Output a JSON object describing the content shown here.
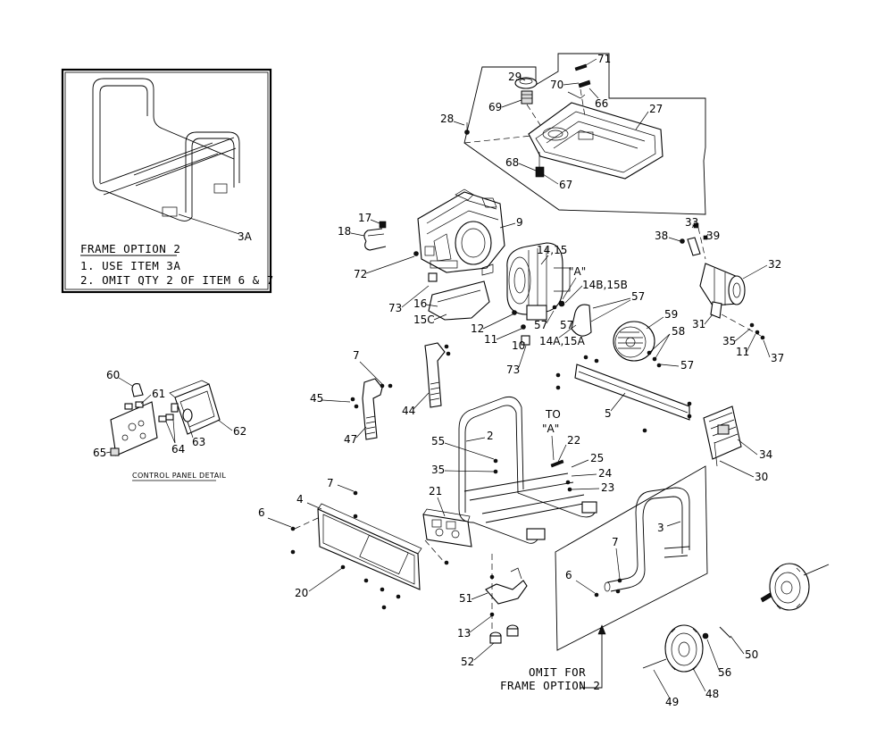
{
  "frame_option_box": {
    "callout": "3A",
    "title": "FRAME OPTION 2",
    "line1": "1. USE ITEM 3A",
    "line2": "2. OMIT QTY 2 OF ITEM 6 & 7"
  },
  "control_panel_caption": "CONTROL PANEL DETAIL",
  "omit_note": {
    "line1": "OMIT FOR",
    "line2": "FRAME OPTION 2"
  },
  "to_a_note": {
    "line1": "TO",
    "line2": "\"A\""
  },
  "a_marker": "\"A\"",
  "callouts": {
    "c29": "29",
    "c71": "71",
    "c70": "70",
    "c66": "66",
    "c27": "27",
    "c69": "69",
    "c28": "28",
    "c68": "68",
    "c67": "67",
    "c17": "17",
    "c9": "9",
    "c18": "18",
    "c72": "72",
    "c73a": "73",
    "c16": "16",
    "c15c": "15C",
    "c12": "12",
    "c11a": "11",
    "c10": "10",
    "c73b": "73",
    "c57a": "57",
    "c1415": "14,15",
    "c14b15b": "14B,15B",
    "c57b": "57",
    "c14a15a": "14A,15A",
    "c57c": "57",
    "c59": "59",
    "c58": "58",
    "c57d": "57",
    "c38": "38",
    "c33": "33",
    "c39": "39",
    "c32": "32",
    "c31": "31",
    "c35a": "35",
    "c11b": "11",
    "c37": "37",
    "c60": "60",
    "c61": "61",
    "c62": "62",
    "c63": "63",
    "c64": "64",
    "c65": "65",
    "c7a": "7",
    "c45": "45",
    "c44": "44",
    "c47": "47",
    "c5": "5",
    "c34": "34",
    "c30": "30",
    "c55": "55",
    "c2": "2",
    "c22": "22",
    "c25": "25",
    "c24": "24",
    "c23": "23",
    "c35b": "35",
    "c7b": "7",
    "c21": "21",
    "c6a": "6",
    "c4": "4",
    "c20": "20",
    "c3": "3",
    "c7c": "7",
    "c6b": "6",
    "c51": "51",
    "c13": "13",
    "c52": "52",
    "c50": "50",
    "c56": "56",
    "c48": "48",
    "c49": "49"
  }
}
